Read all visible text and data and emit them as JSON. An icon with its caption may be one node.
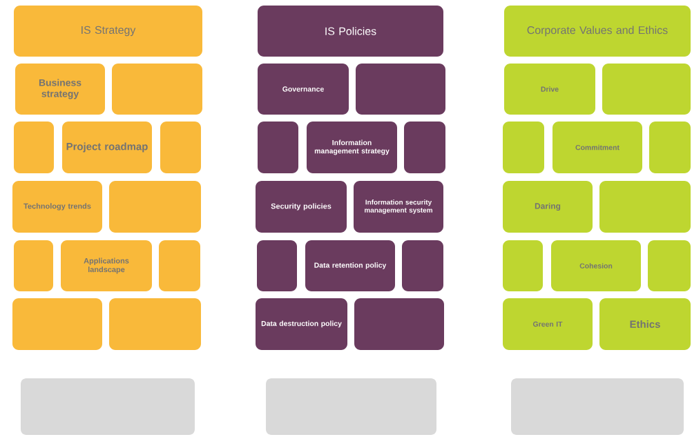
{
  "diagram": {
    "nodes": [
      {
        "text": [
          "IS Strategy"
        ]
      },
      {
        "text": [
          "Business strategy"
        ]
      },
      {
        "text": [],
        "shape": "box"
      },
      {
        "text": [],
        "shape": "box"
      },
      {
        "text": [
          "Project roadmap"
        ]
      },
      {
        "text": [],
        "shape": "box"
      },
      {
        "text": [
          "Technology trends"
        ]
      },
      {
        "text": [],
        "shape": "box"
      },
      {
        "text": [],
        "shape": "box"
      },
      {
        "text": [
          "Applications landscape"
        ]
      },
      {
        "text": [],
        "shape": "box"
      },
      {
        "text": [],
        "shape": "box"
      },
      {
        "text": [],
        "shape": "box"
      },
      {
        "text": [
          "IS Policies"
        ]
      },
      {
        "text": [
          "Governance"
        ]
      },
      {
        "text": [],
        "shape": "box"
      },
      {
        "text": [],
        "shape": "box"
      },
      {
        "text": [
          "Information management strategy"
        ]
      },
      {
        "text": [],
        "shape": "box"
      },
      {
        "text": [
          "Security policies"
        ]
      },
      {
        "text": [
          "Information security management system"
        ]
      },
      {
        "text": [],
        "shape": "box"
      },
      {
        "text": [
          "Data retention policy"
        ]
      },
      {
        "text": [],
        "shape": "box"
      },
      {
        "text": [
          "Data destruction policy"
        ]
      },
      {
        "text": [],
        "shape": "box"
      },
      {
        "text": [
          "Corporate Values and Ethics"
        ]
      },
      {
        "text": [
          "Drive"
        ]
      },
      {
        "text": [],
        "shape": "box"
      },
      {
        "text": [],
        "shape": "box"
      },
      {
        "text": [
          "Commitment"
        ]
      },
      {
        "text": [],
        "shape": "box"
      },
      {
        "text": [
          "Daring"
        ]
      },
      {
        "text": [],
        "shape": "box"
      },
      {
        "text": [],
        "shape": "box"
      },
      {
        "text": [
          "Cohesion"
        ]
      },
      {
        "text": [],
        "shape": "box"
      },
      {
        "text": [
          "Green IT"
        ]
      },
      {
        "text": [
          "Ethics"
        ]
      }
    ]
  }
}
